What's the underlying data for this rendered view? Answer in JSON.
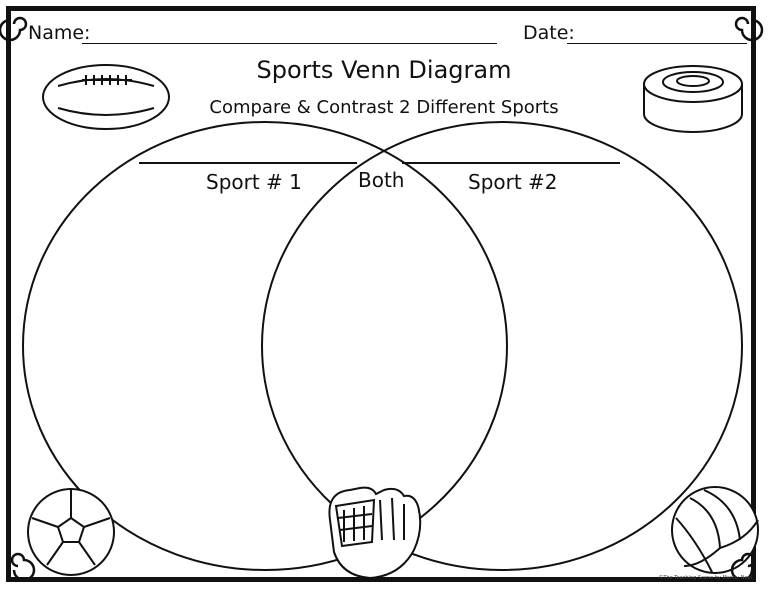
{
  "header": {
    "name_label": "Name:",
    "date_label": "Date:"
  },
  "title": "Sports Venn Diagram",
  "subtitle": "Compare & Contrast 2 Different Sports",
  "venn": {
    "left_label": "Sport # 1",
    "center_label": "Both",
    "right_label": "Sport #2"
  },
  "icons": [
    "football-icon",
    "hockey-puck-icon",
    "soccer-ball-icon",
    "baseball-glove-icon",
    "volleyball-icon"
  ],
  "footer": {
    "credit": "©The Teaching Scene by Mandy Neal"
  }
}
